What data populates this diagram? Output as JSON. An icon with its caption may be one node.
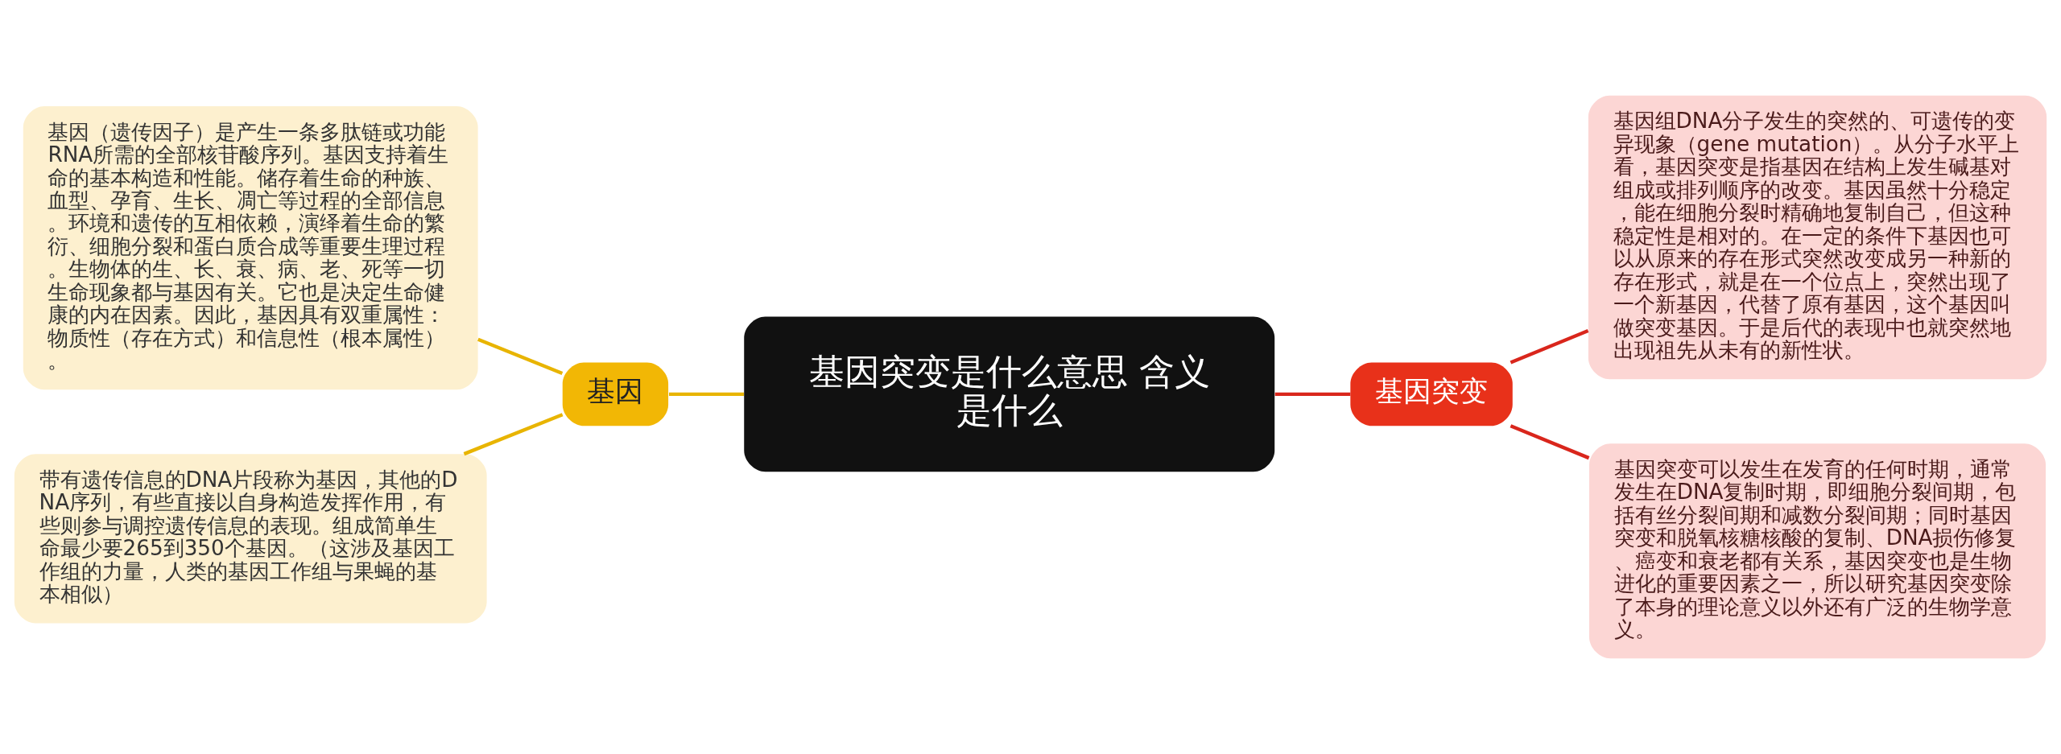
{
  "diagram": {
    "nodes": [
      {
        "text": [
          "基因突变是什么意思 含义是什么"
        ]
      },
      {
        "text": [
          "基因"
        ]
      },
      {
        "text": [
          "基因（遗传因子）是产生一条多肽链或功能RNA所需的全部核苷酸序列。基因支持着生命的基本构造和性能。储存着生命的种族、血型、孕育、生长、凋亡等过程的全部信息。环境和遗传的互相依赖，演绎着生命的繁衍、细胞分裂和蛋白质合成等重要生理过程。生物体的生、长、衰、病、老、死等一切生命现象都与基因有关。它也是决定生命健康的内在因素。因此，基因具有双重属性：物质性（存在方式）和信息性（根本属性）。"
        ]
      },
      {
        "text": [
          "带有遗传信息的DNA片段称为基因，其他的DNA序列，有些直接以自身构造发挥作用，有些则参与调控遗传信息的表现。组成简单生命最少要265到350个基因。（这涉及基因工作组的力量，人类的基因工作组与果蝇的基本相似）"
        ]
      },
      {
        "text": [
          "基因突变"
        ]
      },
      {
        "text": [
          "基因组DNA分子发生的突然的、可遗传的变异现象（gene mutation）。从分子水平上看，基因突变是指基因在结构上发生碱基对组成或排列顺序的改变。基因虽然十分稳定，能在细胞分裂时精确地复制自己，但这种稳定性是相对的。在一定的条件下基因也可以从原来的存在形式突然改变成另一种新的存在形式，就是在一个位点上，突然出现了一个新基因，代替了原有基因，这个基因叫做突变基因。于是后代的表现中也就突然地出现祖先从未有的新性状。"
        ]
      },
      {
        "text": [
          "基因突变可以发生在发育的任何时期，通常发生在DNA复制时期，即细胞分裂间期，包括有丝分裂间期和减数分裂间期；同时基因突变和脱氧核糖核酸的复制、DNA损伤修复、癌变和衰老都有关系，基因突变也是生物进化的重要因素之一，所以研究基因突变除了本身的理论意义以外还有广泛的生物学意义。"
        ]
      }
    ],
    "edges": [
      {
        "from": 0,
        "to": 1,
        "arrow": "none",
        "color": "#e8b400"
      },
      {
        "from": 1,
        "to": 2,
        "arrow": "none",
        "color": "#e8b400"
      },
      {
        "from": 1,
        "to": 3,
        "arrow": "none",
        "color": "#e8b400"
      },
      {
        "from": 0,
        "to": 4,
        "arrow": "none",
        "color": "#d9261c"
      },
      {
        "from": 4,
        "to": 5,
        "arrow": "none",
        "color": "#d9261c"
      },
      {
        "from": 4,
        "to": 6,
        "arrow": "none",
        "color": "#d9261c"
      }
    ]
  }
}
